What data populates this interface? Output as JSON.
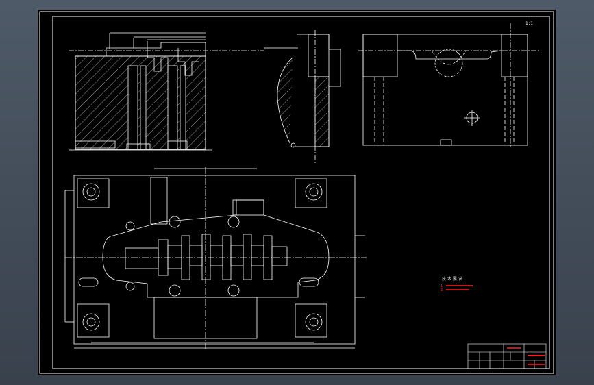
{
  "drawing": {
    "scale_note": "1:1",
    "tech_requirements": {
      "title": "技 术 要 求",
      "items": [
        "1.",
        "2."
      ]
    },
    "title_block": {
      "part_name": "",
      "drawing_no": ""
    },
    "colors": {
      "background": "#000000",
      "frame": "#ffffff",
      "outline": "#ffffff",
      "hatch": "#ffffff",
      "center_line": "#ffffff",
      "annotation": "#ff2020",
      "window_bg": "#4a5563"
    }
  }
}
